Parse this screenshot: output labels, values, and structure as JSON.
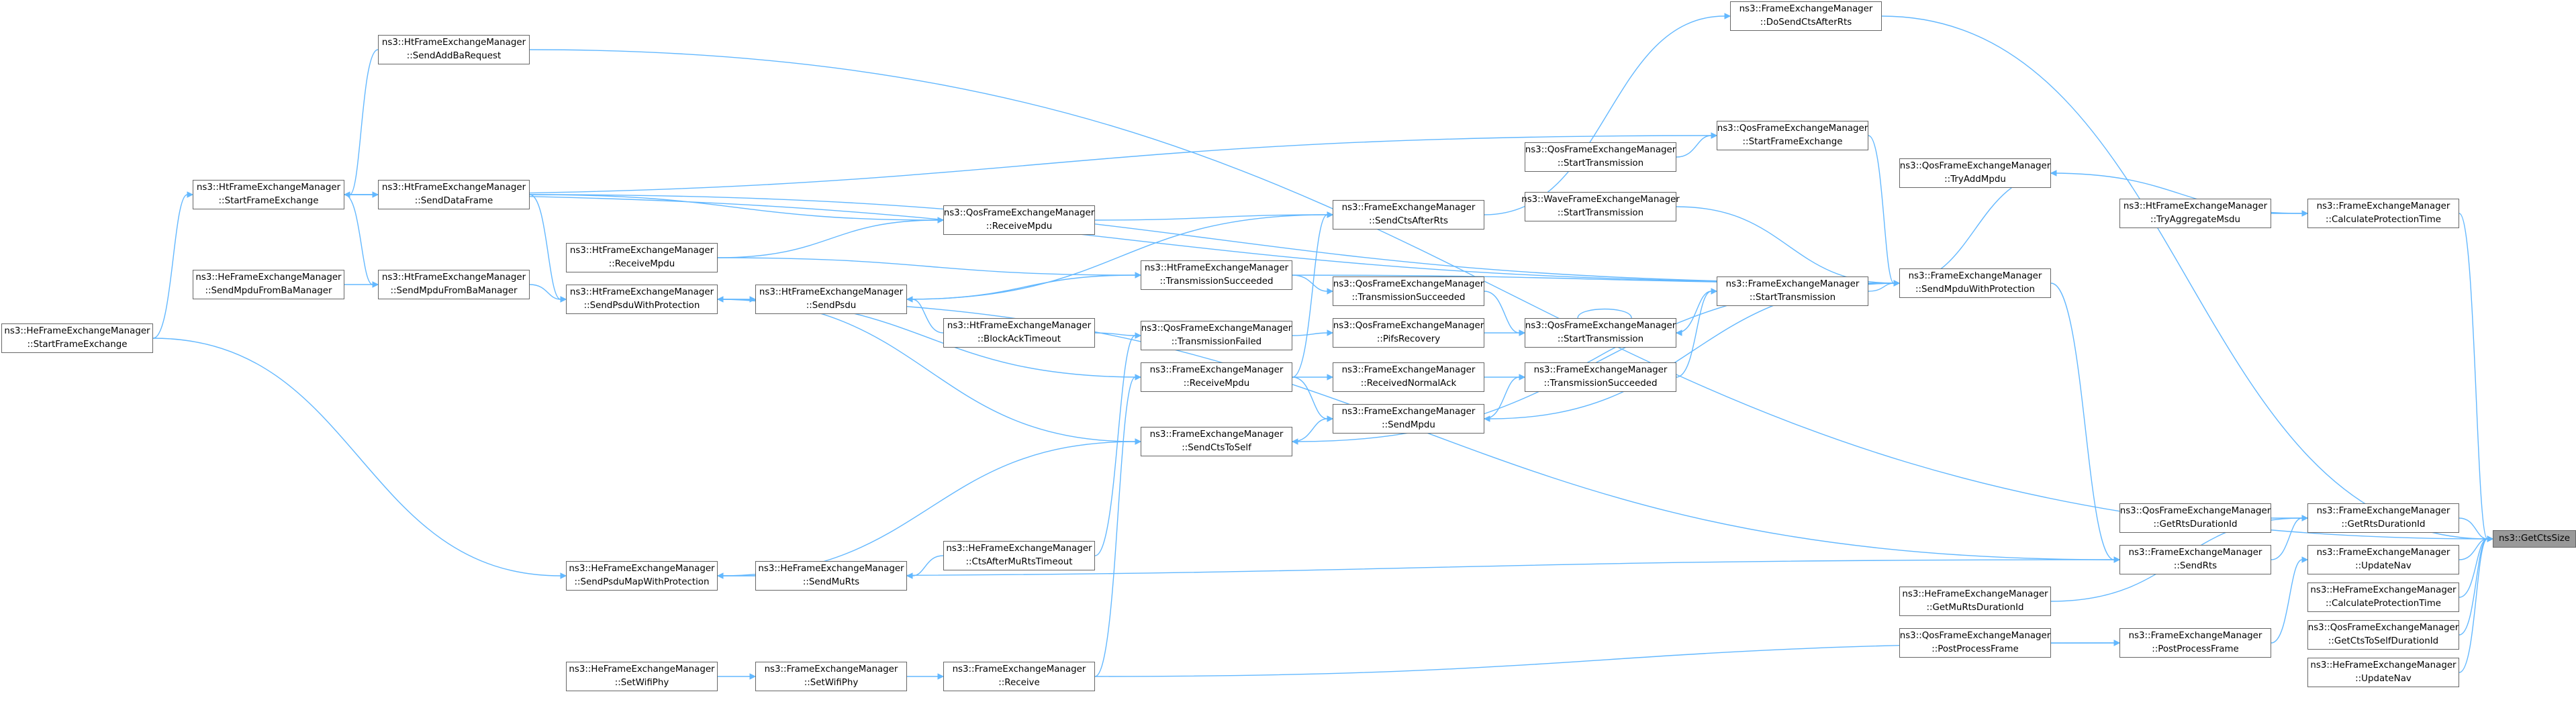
{
  "graph": {
    "colors": {
      "edge": "#63b8ff",
      "node_border": "#666666",
      "node_fill": "#ffffff",
      "root_fill": "#999999"
    },
    "nodes": [
      {
        "id": "n1",
        "l1": "ns3::GetCtsSize",
        "l2": "",
        "root": true
      },
      {
        "id": "n2",
        "l1": "ns3::FrameExchangeManager",
        "l2": "::CalculateProtectionTime"
      },
      {
        "id": "n3",
        "l1": "ns3::FrameExchangeManager",
        "l2": "::GetRtsDurationId"
      },
      {
        "id": "n4",
        "l1": "ns3::FrameExchangeManager",
        "l2": "::UpdateNav"
      },
      {
        "id": "n5",
        "l1": "ns3::HeFrameExchangeManager",
        "l2": "::CalculateProtectionTime"
      },
      {
        "id": "n6",
        "l1": "ns3::QosFrameExchangeManager",
        "l2": "::GetCtsToSelfDurationId"
      },
      {
        "id": "n7",
        "l1": "ns3::HeFrameExchangeManager",
        "l2": "::UpdateNav"
      },
      {
        "id": "n8",
        "l1": "ns3::HtFrameExchangeManager",
        "l2": "::TryAggregateMsdu"
      },
      {
        "id": "n9",
        "l1": "ns3::QosFrameExchangeManager",
        "l2": "::TryAddMpdu"
      },
      {
        "id": "n10",
        "l1": "ns3::QosFrameExchangeManager",
        "l2": "::GetRtsDurationId"
      },
      {
        "id": "n11",
        "l1": "ns3::FrameExchangeManager",
        "l2": "::SendRts"
      },
      {
        "id": "n12",
        "l1": "ns3::FrameExchangeManager",
        "l2": "::DoSendCtsAfterRts"
      },
      {
        "id": "n13",
        "l1": "ns3::QosFrameExchangeManager",
        "l2": "::StartFrameExchange"
      },
      {
        "id": "n14",
        "l1": "ns3::FrameExchangeManager",
        "l2": "::SendMpduWithProtection"
      },
      {
        "id": "n15",
        "l1": "ns3::FrameExchangeManager",
        "l2": "::StartTransmission"
      },
      {
        "id": "n16",
        "l1": "ns3::QosFrameExchangeManager",
        "l2": "::StartTransmission"
      },
      {
        "id": "n17",
        "l1": "ns3::WaveFrameExchangeManager",
        "l2": "::StartTransmission"
      },
      {
        "id": "n18",
        "l1": "ns3::FrameExchangeManager",
        "l2": "::TransmissionSucceeded"
      },
      {
        "id": "n19",
        "l1": "ns3::QosFrameExchangeManager",
        "l2": "::StartTransmission"
      },
      {
        "id": "n20",
        "l1": "ns3::QosFrameExchangeManager",
        "l2": "::TransmissionSucceeded"
      },
      {
        "id": "n21",
        "l1": "ns3::QosFrameExchangeManager",
        "l2": "::PifsRecovery"
      },
      {
        "id": "n22",
        "l1": "ns3::FrameExchangeManager",
        "l2": "::ReceivedNormalAck"
      },
      {
        "id": "n23",
        "l1": "ns3::FrameExchangeManager",
        "l2": "::SendMpdu"
      },
      {
        "id": "n24",
        "l1": "ns3::FrameExchangeManager",
        "l2": "::SendCtsAfterRts"
      },
      {
        "id": "n25",
        "l1": "ns3::QosFrameExchangeManager",
        "l2": "::ReceiveMpdu"
      },
      {
        "id": "n26",
        "l1": "ns3::HtFrameExchangeManager",
        "l2": "::TransmissionSucceeded"
      },
      {
        "id": "n27",
        "l1": "ns3::QosFrameExchangeManager",
        "l2": "::TransmissionFailed"
      },
      {
        "id": "n28",
        "l1": "ns3::FrameExchangeManager",
        "l2": "::ReceiveMpdu"
      },
      {
        "id": "n29",
        "l1": "ns3::FrameExchangeManager",
        "l2": "::SendCtsToSelf"
      },
      {
        "id": "n30",
        "l1": "ns3::HtFrameExchangeManager",
        "l2": "::BlockAckTimeout"
      },
      {
        "id": "n31",
        "l1": "ns3::HtFrameExchangeManager",
        "l2": "::SendPsdu"
      },
      {
        "id": "n32",
        "l1": "ns3::HtFrameExchangeManager",
        "l2": "::ReceiveMpdu"
      },
      {
        "id": "n33",
        "l1": "ns3::HtFrameExchangeManager",
        "l2": "::SendPsduWithProtection"
      },
      {
        "id": "n34",
        "l1": "ns3::HtFrameExchangeManager",
        "l2": "::SendAddBaRequest"
      },
      {
        "id": "n35",
        "l1": "ns3::HtFrameExchangeManager",
        "l2": "::SendDataFrame"
      },
      {
        "id": "n36",
        "l1": "ns3::HtFrameExchangeManager",
        "l2": "::StartFrameExchange"
      },
      {
        "id": "n37",
        "l1": "ns3::HtFrameExchangeManager",
        "l2": "::SendMpduFromBaManager"
      },
      {
        "id": "n38",
        "l1": "ns3::HeFrameExchangeManager",
        "l2": "::SendMpduFromBaManager"
      },
      {
        "id": "n39",
        "l1": "ns3::HeFrameExchangeManager",
        "l2": "::StartFrameExchange"
      },
      {
        "id": "n40",
        "l1": "ns3::HeFrameExchangeManager",
        "l2": "::CtsAfterMuRtsTimeout"
      },
      {
        "id": "n41",
        "l1": "ns3::HeFrameExchangeManager",
        "l2": "::SendMuRts"
      },
      {
        "id": "n42",
        "l1": "ns3::HeFrameExchangeManager",
        "l2": "::SendPsduMapWithProtection"
      },
      {
        "id": "n43",
        "l1": "ns3::HeFrameExchangeManager",
        "l2": "::GetMuRtsDurationId"
      },
      {
        "id": "n44",
        "l1": "ns3::QosFrameExchangeManager",
        "l2": "::PostProcessFrame"
      },
      {
        "id": "n45",
        "l1": "ns3::FrameExchangeManager",
        "l2": "::PostProcessFrame"
      },
      {
        "id": "n46",
        "l1": "ns3::FrameExchangeManager",
        "l2": "::Receive"
      },
      {
        "id": "n47",
        "l1": "ns3::FrameExchangeManager",
        "l2": "::SetWifiPhy"
      },
      {
        "id": "n48",
        "l1": "ns3::HeFrameExchangeManager",
        "l2": "::SetWifiPhy"
      }
    ]
  }
}
